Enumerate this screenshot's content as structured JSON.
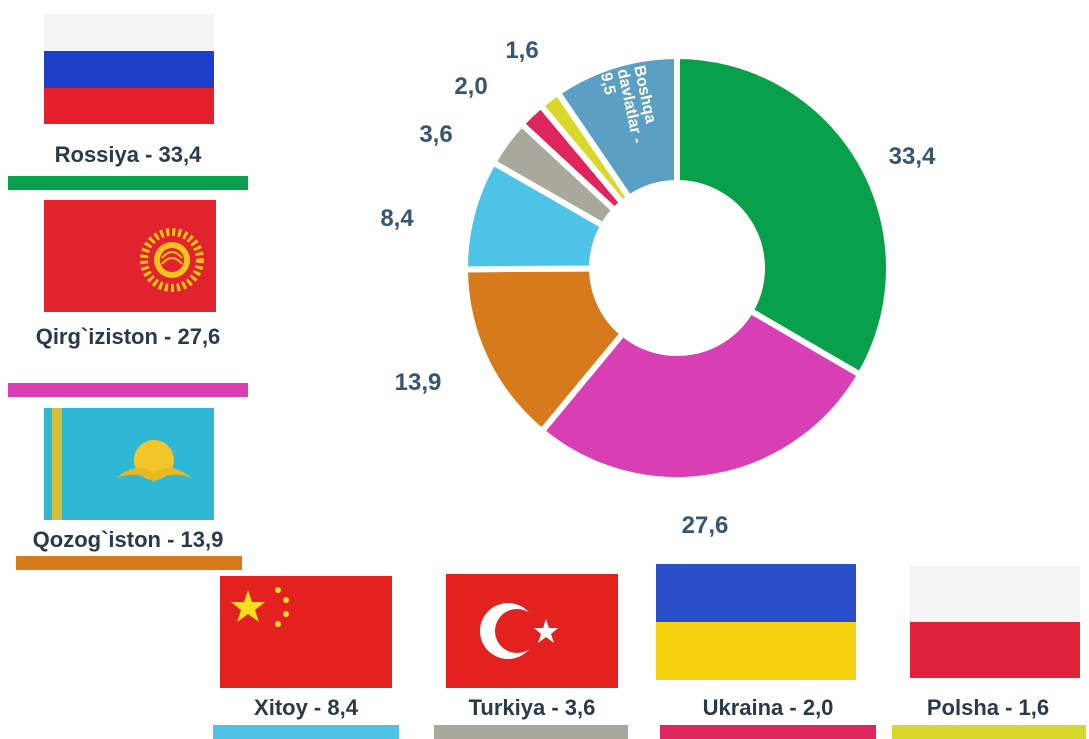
{
  "chart_data": {
    "type": "pie",
    "title": "",
    "categories": [
      "Rossiya",
      "Qirg`iziston",
      "Qozog`iston",
      "Xitoy",
      "Turkiya",
      "Ukraina",
      "Polsha",
      "Boshqa davlatlar"
    ],
    "values": [
      33.4,
      27.6,
      13.9,
      8.4,
      3.6,
      2.0,
      1.6,
      9.5
    ],
    "data_labels": [
      "33,4",
      "27,6",
      "13,9",
      "8,4",
      "3,6",
      "2,0",
      "1,6",
      "Boshqa davlatlar - 9,5"
    ],
    "colors": [
      "#08a04b",
      "#d83fb5",
      "#d77a1b",
      "#4ec3e8",
      "#a8a89c",
      "#e0245e",
      "#d8d82a",
      "#5a9fc4"
    ],
    "donut": true
  },
  "legend": {
    "russia": {
      "label": "Rossiya - 33,4",
      "color": "#08a04b"
    },
    "kyrgyzstan": {
      "label": "Qirg`iziston - 27,6",
      "color": "#d83fb5"
    },
    "kazakhstan": {
      "label": "Qozog`iston - 13,9",
      "color": "#d77a1b"
    },
    "china": {
      "label": "Xitoy - 8,4",
      "color": "#4ec3e8"
    },
    "turkey": {
      "label": "Turkiya - 3,6",
      "color": "#a8a89c"
    },
    "ukraine": {
      "label": "Ukraina - 2,0",
      "color": "#e0245e"
    },
    "poland": {
      "label": "Polsha - 1,6",
      "color": "#d8d82a"
    }
  }
}
